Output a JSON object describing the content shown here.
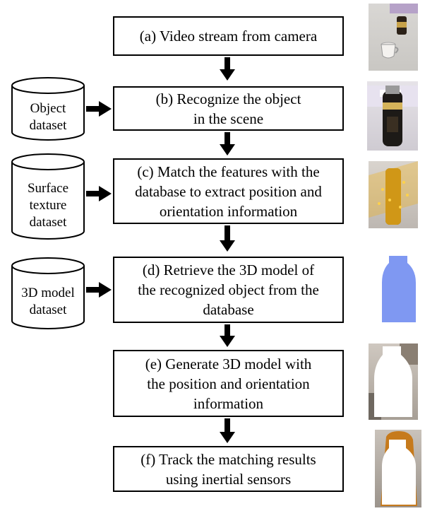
{
  "steps": [
    {
      "id": "a",
      "lines": [
        "(a) Video stream from camera"
      ]
    },
    {
      "id": "b",
      "lines": [
        "(b) Recognize the object",
        "in the scene"
      ]
    },
    {
      "id": "c",
      "lines": [
        "(c) Match the features with the",
        "database to extract position and",
        "orientation information"
      ]
    },
    {
      "id": "d",
      "lines": [
        "(d) Retrieve the 3D model of",
        "the recognized object from the",
        "database"
      ]
    },
    {
      "id": "e",
      "lines": [
        "(e) Generate 3D model with",
        "the position and orientation",
        "information"
      ]
    },
    {
      "id": "f",
      "lines": [
        "(f) Track the matching results",
        "using inertial sensors"
      ]
    }
  ],
  "datasets": [
    {
      "lines": [
        "Object",
        "dataset"
      ]
    },
    {
      "lines": [
        "Surface",
        "texture",
        "dataset"
      ]
    },
    {
      "lines": [
        "3D model",
        "dataset"
      ]
    }
  ],
  "colors": {
    "arrow": "#000000",
    "model_blue": "#7f98f2",
    "overlay_yellow": "#f2b21a"
  },
  "thumbnails": [
    {
      "depicts": "camera-frame-cup-and-bottle"
    },
    {
      "depicts": "bottle-closeup"
    },
    {
      "depicts": "feature-matching-overlay"
    },
    {
      "depicts": "blue-3d-model"
    },
    {
      "depicts": "white-model-on-scene"
    },
    {
      "depicts": "tracked-model-on-bottle"
    }
  ]
}
